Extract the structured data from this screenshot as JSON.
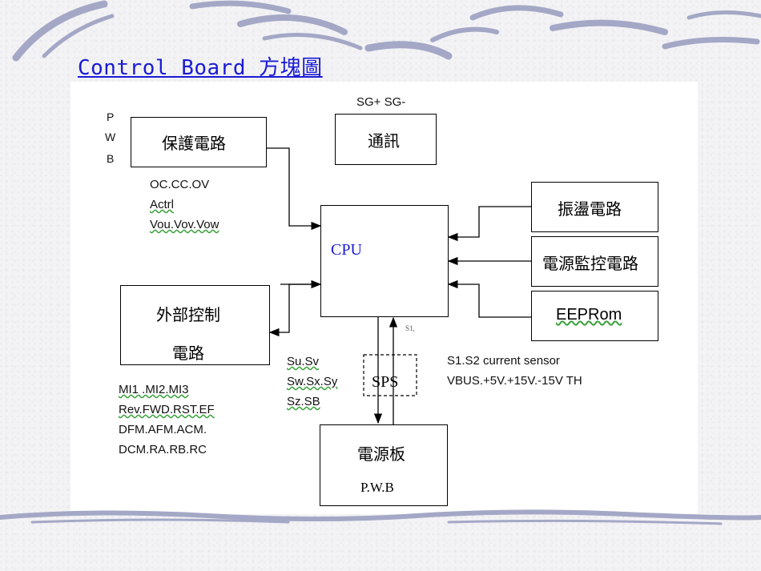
{
  "slide": {
    "title_en": "Control Board",
    "title_zh": "方塊圖"
  },
  "diagram": {
    "pwb_side_label": [
      "P",
      "W",
      "B"
    ],
    "protection_block": "保護電路",
    "protection_signals": [
      "OC.CC.OV",
      "Actrl",
      "Vou.Vov.Vow"
    ],
    "comm_pins": "SG+  SG-",
    "comm_block": "通訊",
    "cpu_block": "CPU",
    "osc_block": "振盪電路",
    "power_monitor_block": "電源監控電路",
    "eeprom_block": "EEPRom",
    "external_block_line1": "外部控制",
    "external_block_line2": "電路",
    "external_signals": [
      "MI1 .MI2.MI3",
      "Rev.FWD.RST.EF",
      "DFM.AFM.ACM.",
      "DCM.RA.RB.RC"
    ],
    "gate_signals": [
      "Su.Sv",
      "Sw.Sx.Sy",
      "Sz.SB"
    ],
    "sps_label": "SPS",
    "small_label": "S1,",
    "sensor_signals": [
      "S1.S2   current sensor",
      "VBUS.+5V.+15V.-15V TH"
    ],
    "power_board_line1": "電源板",
    "power_board_line2": "P.W.B"
  },
  "colors": {
    "title": "#1a1ad6",
    "cpu_text": "#1a1ad6",
    "deco": "#9aa0c0"
  }
}
